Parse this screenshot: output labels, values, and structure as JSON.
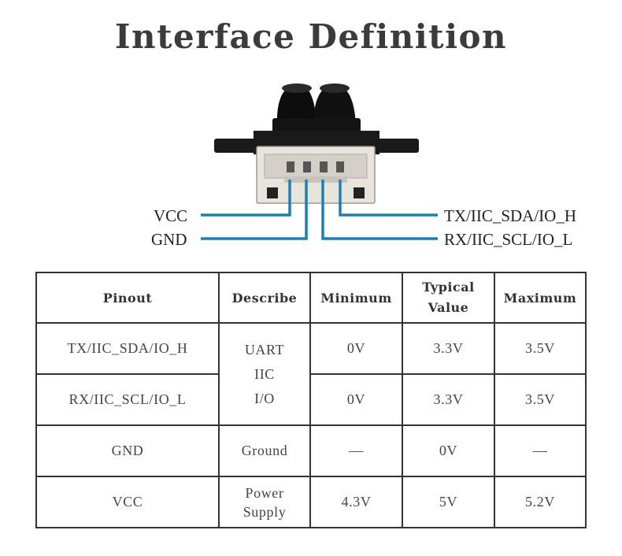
{
  "title": "Interface Definition",
  "pins": {
    "vcc": "VCC",
    "gnd": "GND",
    "tx": "TX/IIC_SDA/IO_H",
    "rx": "RX/IIC_SCL/IO_L"
  },
  "colors": {
    "wire": "#1f7fb0",
    "border": "#333333"
  },
  "table": {
    "headers": {
      "pinout": "Pinout",
      "describe": "Describe",
      "minimum": "Minimum",
      "typical_line1": "Typical",
      "typical_line2": "Value",
      "maximum": "Maximum"
    },
    "describe_uart": [
      "UART",
      "IIC",
      "I/O"
    ],
    "rows": [
      {
        "pinout": "TX/IIC_SDA/IO_H",
        "min": "0V",
        "typ": "3.3V",
        "max": "3.5V"
      },
      {
        "pinout": "RX/IIC_SCL/IO_L",
        "min": "0V",
        "typ": "3.3V",
        "max": "3.5V"
      },
      {
        "pinout": "GND",
        "describe": "Ground",
        "min": "—",
        "typ": "0V",
        "max": "—"
      },
      {
        "pinout": "VCC",
        "describe_line1": "Power",
        "describe_line2": "Supply",
        "min": "4.3V",
        "typ": "5V",
        "max": "5.2V"
      }
    ]
  }
}
